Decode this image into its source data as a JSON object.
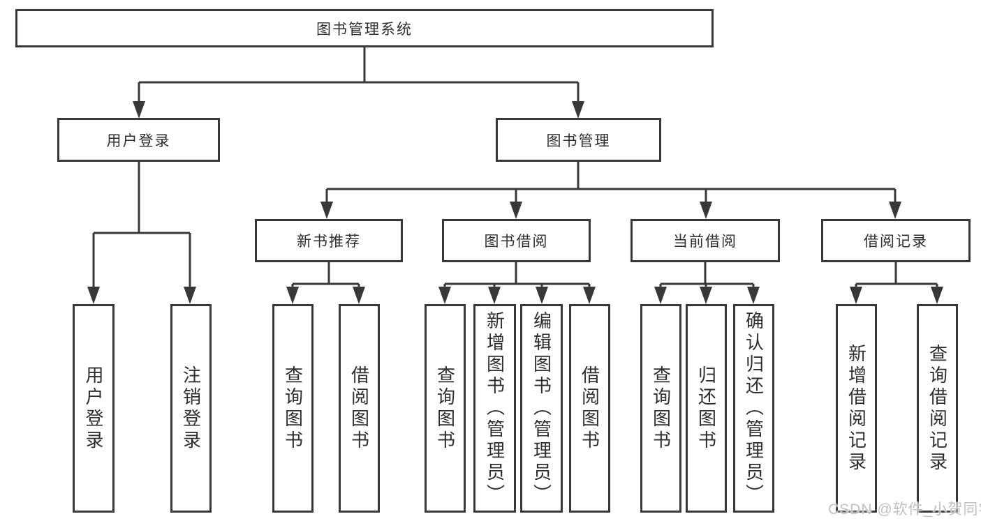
{
  "diagram_type": "hierarchy-tree",
  "tree": {
    "root": {
      "label": "图书管理系统"
    },
    "branches": [
      {
        "label": "用户登录",
        "children": [
          {
            "label": "用户登录"
          },
          {
            "label": "注销登录"
          }
        ]
      },
      {
        "label": "图书管理",
        "children": [
          {
            "label": "新书推荐",
            "children": [
              {
                "label": "查询图书"
              },
              {
                "label": "借阅图书"
              }
            ]
          },
          {
            "label": "图书借阅",
            "children": [
              {
                "label": "查询图书"
              },
              {
                "label": "新增图书（管理员）"
              },
              {
                "label": "编辑图书（管理员）"
              },
              {
                "label": "借阅图书"
              }
            ]
          },
          {
            "label": "当前借阅",
            "children": [
              {
                "label": "查询图书"
              },
              {
                "label": "归还图书"
              },
              {
                "label": "确认归还（管理员）"
              }
            ]
          },
          {
            "label": "借阅记录",
            "children": [
              {
                "label": "新增借阅记录"
              },
              {
                "label": "查询借阅记录"
              }
            ]
          }
        ]
      }
    ]
  },
  "watermark": "CSDN @软件_小贺同学",
  "colors": {
    "line": "#383838",
    "text": "#2e2e2e",
    "watermark": "#c2c1c1",
    "background": "#ffffff"
  }
}
